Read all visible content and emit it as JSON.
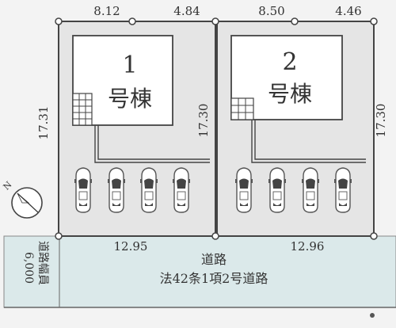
{
  "lots": [
    {
      "building_num": "1",
      "building_label": "号棟",
      "top_dims": [
        "8.12",
        "4.84"
      ],
      "side_dim": "17.31",
      "inner_dim": "17.30",
      "bottom_dim": "12.95"
    },
    {
      "building_num": "2",
      "building_label": "号棟",
      "top_dims": [
        "8.50",
        "4.46"
      ],
      "side_dim": "17.30",
      "bottom_dim": "12.96"
    }
  ],
  "road": {
    "name": "道路",
    "law": "法42条1項2号道路",
    "width_label": "道路幅員",
    "width_value": "6,000"
  },
  "compass": {
    "north": "N"
  },
  "colors": {
    "lot_fill": "#e5e5e5",
    "road_fill": "#dbe9ea",
    "line": "#555555",
    "background": "#f3f3f3"
  }
}
